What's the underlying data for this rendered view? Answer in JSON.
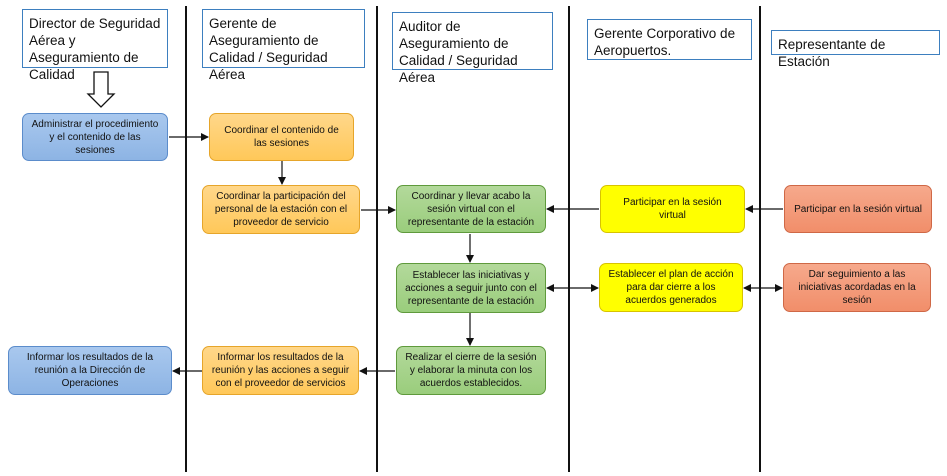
{
  "lanes": [
    {
      "title": "Director de Seguridad Aérea y Aseguramiento de Calidad"
    },
    {
      "title": "Gerente de Aseguramiento de Calidad / Seguridad Aérea"
    },
    {
      "title": "Auditor de Aseguramiento de Calidad / Seguridad Aérea"
    },
    {
      "title": "Gerente Corporativo de Aeropuertos."
    },
    {
      "title": "Representante de Estación"
    }
  ],
  "boxes": {
    "administrar": "Administrar el procedimiento y el contenido de las sesiones",
    "coordinar_contenido": "Coordinar el contenido de las sesiones",
    "coordinar_participacion": "Coordinar la participación del personal de la estación con el proveedor de servicio",
    "coordinar_llevar": "Coordinar y llevar acabo  la sesión virtual con el representante de la estación",
    "participar_gerente": "Participar en la sesión virtual",
    "participar_representante": "Participar en la sesión virtual",
    "establecer_iniciativas": "Establecer las iniciativas y acciones a seguir junto con el representante de la estación",
    "establecer_plan": "Establecer el plan de acción para dar cierre a los acuerdos generados",
    "dar_seguimiento": "Dar seguimiento a las iniciativas acordadas en la sesión",
    "realizar_cierre": "Realizar el cierre de la sesión y elaborar la minuta con los acuerdos establecidos.",
    "informar_gerente": "Informar los resultados de la reunión y las acciones a seguir con el proveedor de servicios",
    "informar_director": "Informar los resultados de la reunión a la Dirección de Operaciones"
  },
  "colors": {
    "blue": "#8db4e4",
    "orange": "#ffc859",
    "green": "#9acd7c",
    "yellow": "#ffff00",
    "salmon": "#f18e6a",
    "header_border": "#3d7fbf"
  }
}
